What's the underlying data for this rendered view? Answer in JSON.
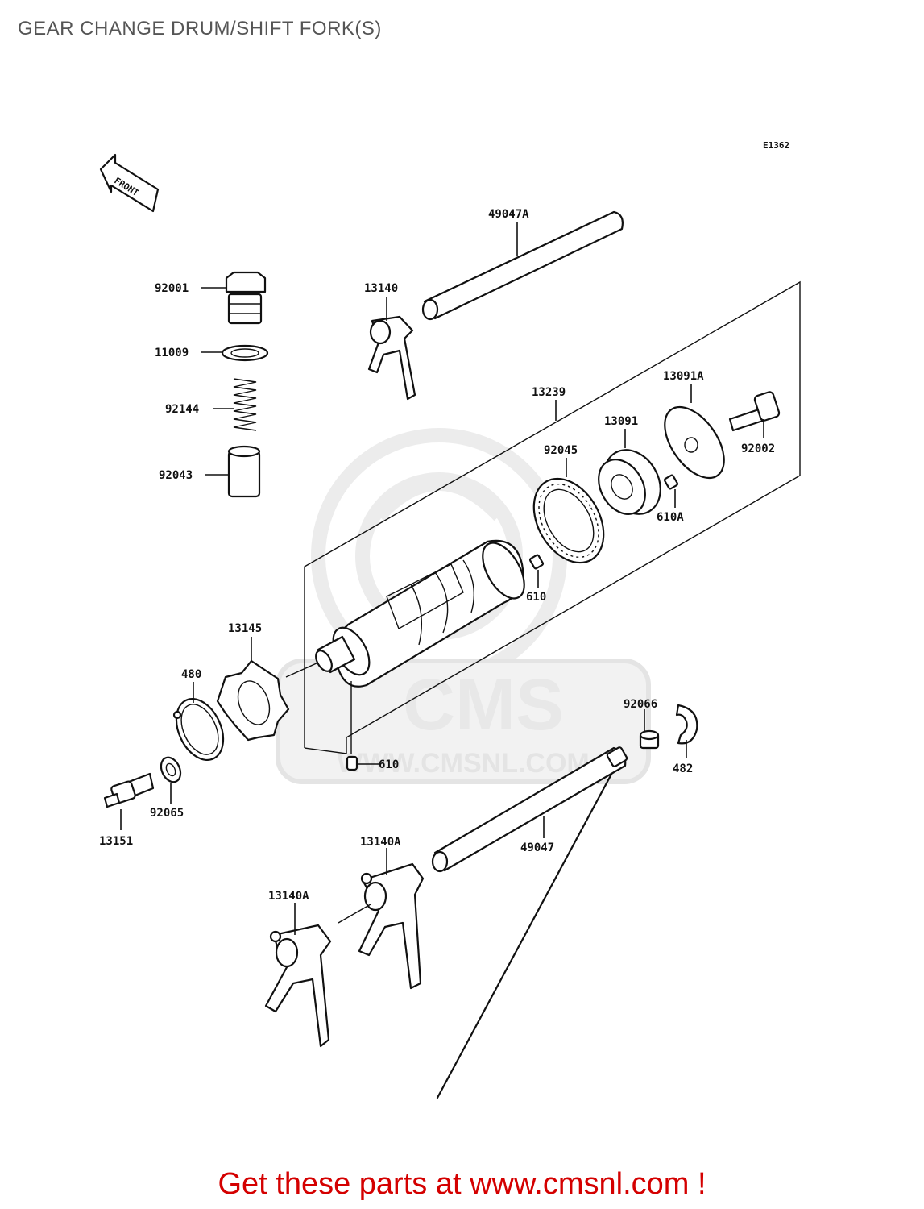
{
  "title": "GEAR CHANGE DRUM/SHIFT FORK(S)",
  "diagram_code": "E1362",
  "front_arrow_label": "FRONT",
  "watermark_text": "WWW.CMSNL.COM",
  "watermark_logo_text": "CMS",
  "parts": {
    "p49047A": "49047A",
    "p13140": "13140",
    "p92001": "92001",
    "p11009": "11009",
    "p92144": "92144",
    "p92043": "92043",
    "p13239": "13239",
    "p13091A": "13091A",
    "p13091": "13091",
    "p92045": "92045",
    "p92002": "92002",
    "p610A": "610A",
    "p610a": "610",
    "p13145": "13145",
    "p480": "480",
    "p92066": "92066",
    "p482": "482",
    "p610b": "610",
    "p92065": "92065",
    "p13151": "13151",
    "p13140A_upper": "13140A",
    "p49047": "49047",
    "p13140A_lower": "13140A"
  },
  "call_to_action": "Get these parts at www.cmsnl.com !",
  "colors": {
    "cta": "#d40000",
    "title": "#555555",
    "lines": "#111111",
    "watermark": "#ececec"
  }
}
